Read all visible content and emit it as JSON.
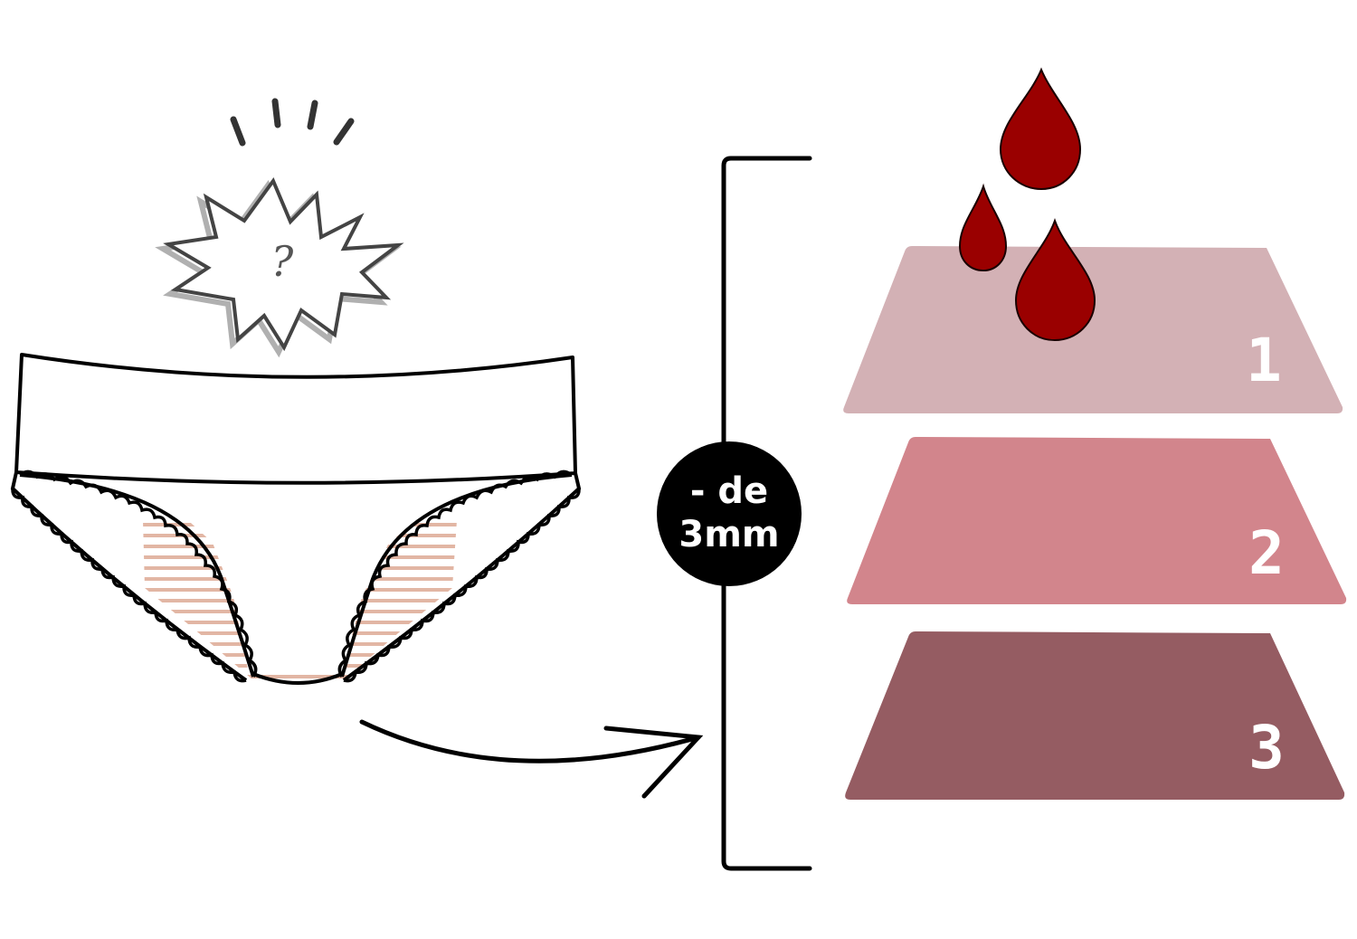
{
  "badge": {
    "line1": "- de",
    "line2": "3mm"
  },
  "burst": {
    "symbol": "?"
  },
  "layers": [
    {
      "label": "1",
      "color": "#d3b1b5"
    },
    {
      "label": "2",
      "color": "#d2858c"
    },
    {
      "label": "3",
      "color": "#955c62"
    }
  ],
  "colors": {
    "drop": "#9a0000",
    "stripes": "#e2b6a4",
    "outline": "#000000"
  },
  "icons": {
    "drops": "blood-drop-icon",
    "arrow": "curved-arrow-icon",
    "burst": "question-burst-icon"
  }
}
